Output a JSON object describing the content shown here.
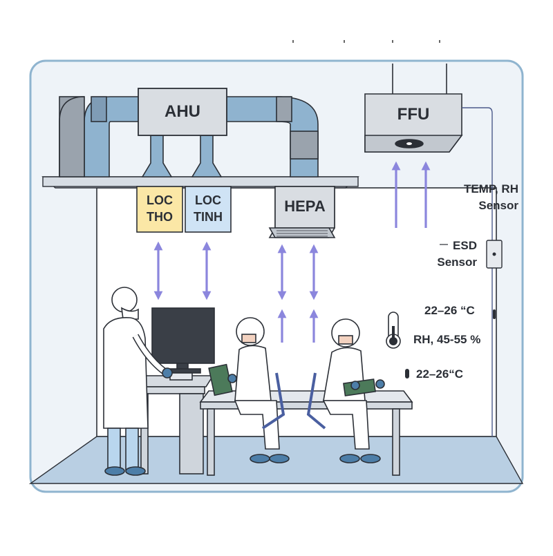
{
  "units": {
    "ahu": "AHU",
    "ffu": "FFU",
    "hepa": "HEPA"
  },
  "filters": {
    "coarse_line1": "LOC",
    "coarse_line2": "THO",
    "fine_line1": "LOC",
    "fine_line2": "TINH"
  },
  "sensors": {
    "temp_rh_line1": "TEMP, RH",
    "temp_rh_line2": "Sensor",
    "esd_line1": "ESD",
    "esd_line2": "Sensor"
  },
  "readings": {
    "temp_range_1": "22–26 “C",
    "humidity_range": "RH, 45-55 %",
    "temp_range_2": "22–26“C"
  },
  "colors": {
    "duct_blue": "#8fb3cf",
    "duct_grey": "#9aa3ad",
    "unit_grey": "#d9dde2",
    "frame": "#8fb4cf",
    "room_bg": "#eef3f8",
    "coarse_filter": "#fbe7a6",
    "fine_filter": "#cfe3f5",
    "airflow_arrow": "#8b86dd",
    "floor": "#b9cfe3",
    "glove": "#4d7ea8",
    "pcb": "#4c7a5a"
  }
}
